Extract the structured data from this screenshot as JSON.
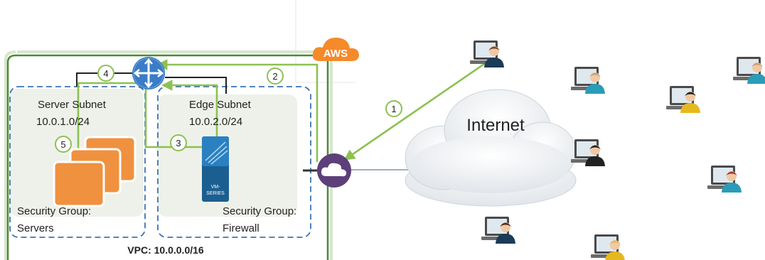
{
  "vpc": {
    "label": "VPC: 10.0.0.0/16"
  },
  "server_subnet": {
    "title": "Server Subnet",
    "cidr": "10.0.1.0/24",
    "security_group_line1": "Security Group:",
    "security_group_line2": "Servers"
  },
  "edge_subnet": {
    "title": "Edge Subnet",
    "cidr": "10.0.2.0/24",
    "security_group_line1": "Security Group:",
    "security_group_line2": "Firewall"
  },
  "aws": {
    "label": "AWS"
  },
  "firewall": {
    "label_line1": "VM-",
    "label_line2": "SERIES"
  },
  "internet": {
    "label": "Internet"
  },
  "steps": [
    "1",
    "2",
    "3",
    "4",
    "5"
  ],
  "colors": {
    "vpc_border": "#4a8a34",
    "subnet_fill": "#eef1e9",
    "subnet_border": "#3a73b4",
    "flow_arrow": "#8cc152",
    "router": "#3a7cc6",
    "firewall": "#1b5f91",
    "server": "#f0913f",
    "igw": "#5d3f7a",
    "aws_cloud": "#f58a2a"
  }
}
